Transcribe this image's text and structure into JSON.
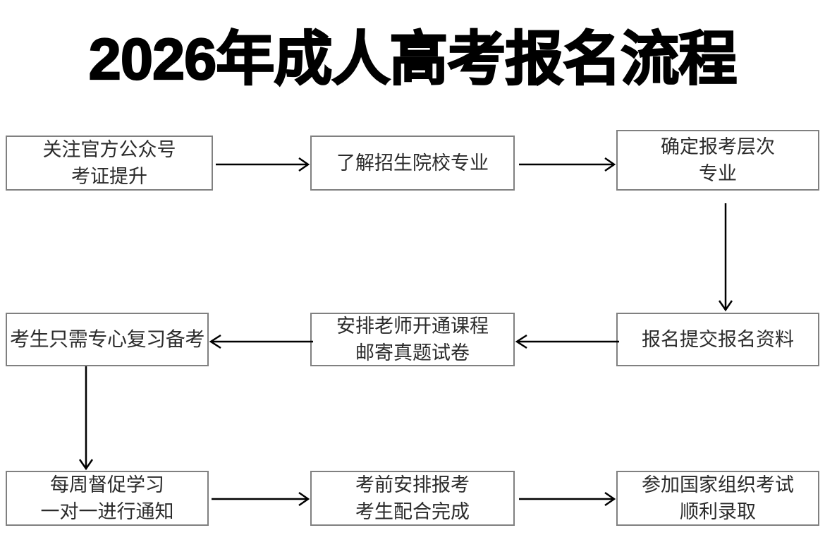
{
  "page": {
    "title": "2026年成人高考报名流程",
    "background_color": "#ffffff",
    "box_border_color": "#808080",
    "text_color": "#2b2b2b",
    "arrow_color": "#000000"
  },
  "chart_data": {
    "type": "diagram",
    "diagram_kind": "flowchart",
    "title": "2026年成人高考报名流程",
    "layout": "3 rows x 3 columns, serpentine (boustrophedon) flow",
    "nodes": [
      {
        "id": "n1",
        "row": 1,
        "col": 1,
        "lines": [
          "关注官方公众号",
          "考证提升"
        ]
      },
      {
        "id": "n2",
        "row": 1,
        "col": 2,
        "lines": [
          "了解招生院校专业"
        ]
      },
      {
        "id": "n3",
        "row": 1,
        "col": 3,
        "lines": [
          "确定报考层次",
          "专业"
        ]
      },
      {
        "id": "n4",
        "row": 2,
        "col": 3,
        "lines": [
          "报名提交报名资料"
        ]
      },
      {
        "id": "n5",
        "row": 2,
        "col": 2,
        "lines": [
          "安排老师开通课程",
          "邮寄真题试卷"
        ]
      },
      {
        "id": "n6",
        "row": 2,
        "col": 1,
        "lines": [
          "考生只需专心复习备考"
        ]
      },
      {
        "id": "n7",
        "row": 3,
        "col": 1,
        "lines": [
          "每周督促学习",
          "一对一进行通知"
        ]
      },
      {
        "id": "n8",
        "row": 3,
        "col": 2,
        "lines": [
          "考前安排报考",
          "考生配合完成"
        ]
      },
      {
        "id": "n9",
        "row": 3,
        "col": 3,
        "lines": [
          "参加国家组织考试",
          "顺利录取"
        ]
      }
    ],
    "edges": [
      {
        "from": "n1",
        "to": "n2",
        "direction": "right"
      },
      {
        "from": "n2",
        "to": "n3",
        "direction": "right"
      },
      {
        "from": "n3",
        "to": "n4",
        "direction": "down"
      },
      {
        "from": "n4",
        "to": "n5",
        "direction": "left"
      },
      {
        "from": "n5",
        "to": "n6",
        "direction": "left"
      },
      {
        "from": "n6",
        "to": "n7",
        "direction": "down"
      },
      {
        "from": "n7",
        "to": "n8",
        "direction": "right"
      },
      {
        "from": "n8",
        "to": "n9",
        "direction": "right"
      }
    ]
  }
}
